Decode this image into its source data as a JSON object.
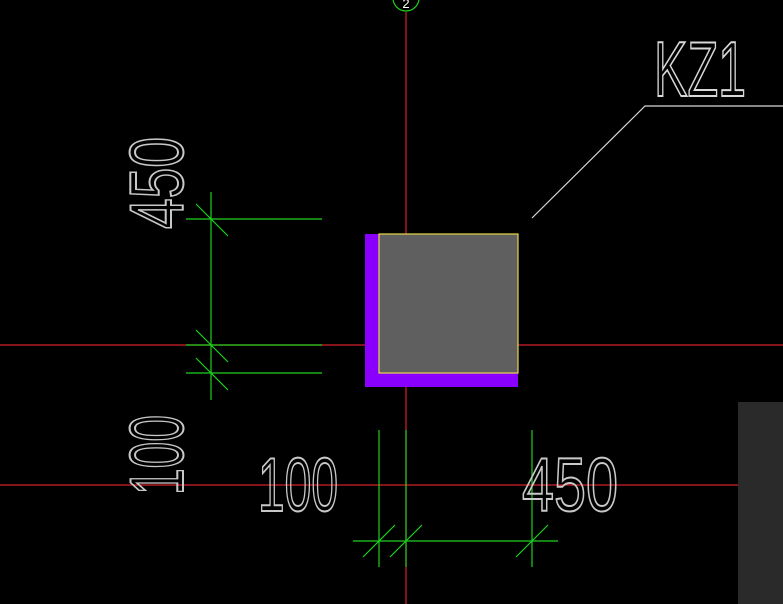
{
  "drawing": {
    "axis_label": "2",
    "column_label": "KZ1",
    "dimensions": {
      "vertical_upper": "450",
      "vertical_lower": "100",
      "horizontal_left": "100",
      "horizontal_right": "450"
    }
  },
  "colors": {
    "background": "#000000",
    "axis": "#d4202a",
    "dimension": "#1fd21f",
    "column_fill": "#5f5f5f",
    "column_outline": "#e8d84a",
    "column_offset": "#8a00ff",
    "text": "#c8c8c8",
    "panel": "#2a2a2a"
  }
}
